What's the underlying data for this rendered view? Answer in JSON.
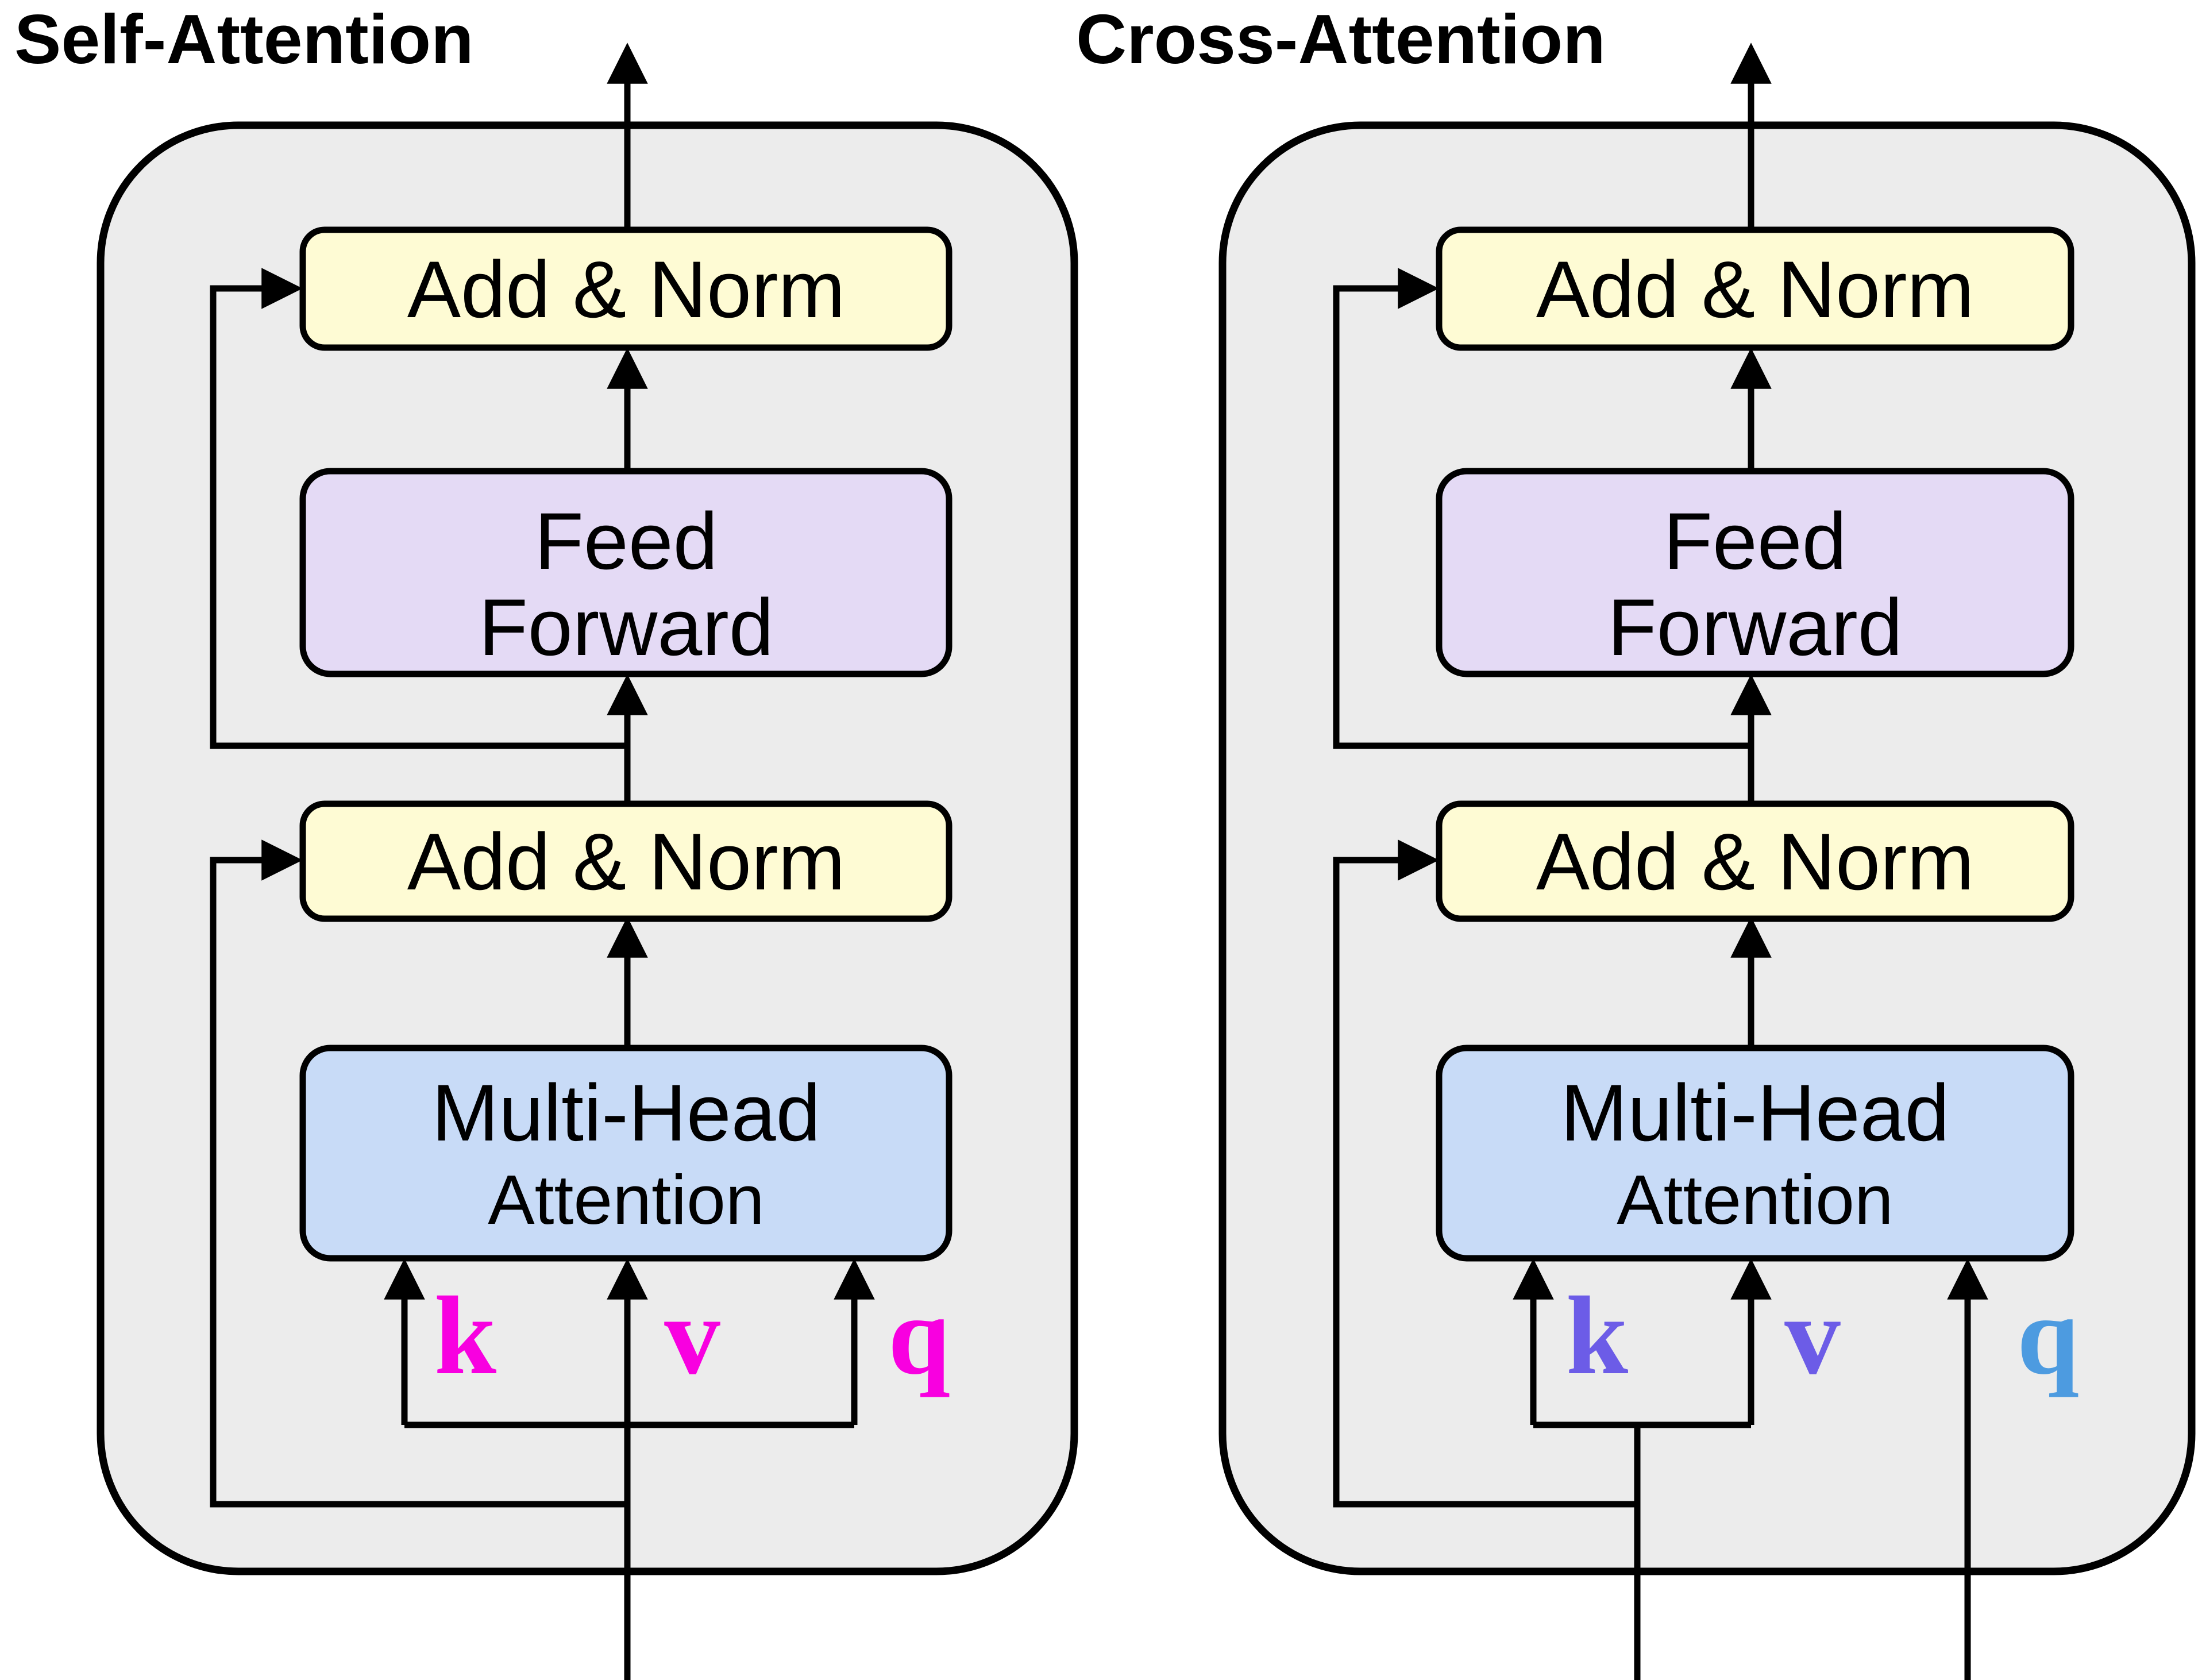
{
  "diagrams": {
    "self": {
      "title": "Self-Attention",
      "add_norm_top": "Add & Norm",
      "feed_1": "Feed",
      "feed_2": "Forward",
      "add_norm_mid": "Add & Norm",
      "mha_1": "Multi-Head",
      "mha_2": "Attention",
      "k": "k",
      "v": "v",
      "q": "q",
      "k_color": "#F800E0",
      "v_color": "#F800E0",
      "q_color": "#F800E0"
    },
    "cross": {
      "title": "Cross-Attention",
      "add_norm_top": "Add & Norm",
      "feed_1": "Feed",
      "feed_2": "Forward",
      "add_norm_mid": "Add & Norm",
      "mha_1": "Multi-Head",
      "mha_2": "Attention",
      "k": "k",
      "v": "v",
      "q": "q",
      "k_color": "#6C5CE7",
      "v_color": "#6C5CE7",
      "q_color": "#4D9BE0"
    }
  },
  "colors": {
    "background": "#FFFFFF",
    "container_fill": "#ECECEC",
    "outline": "#000000",
    "add_norm_fill": "#FEFBD4",
    "feed_forward_fill": "#E4DAF5",
    "attention_fill": "#C8DBF7"
  }
}
